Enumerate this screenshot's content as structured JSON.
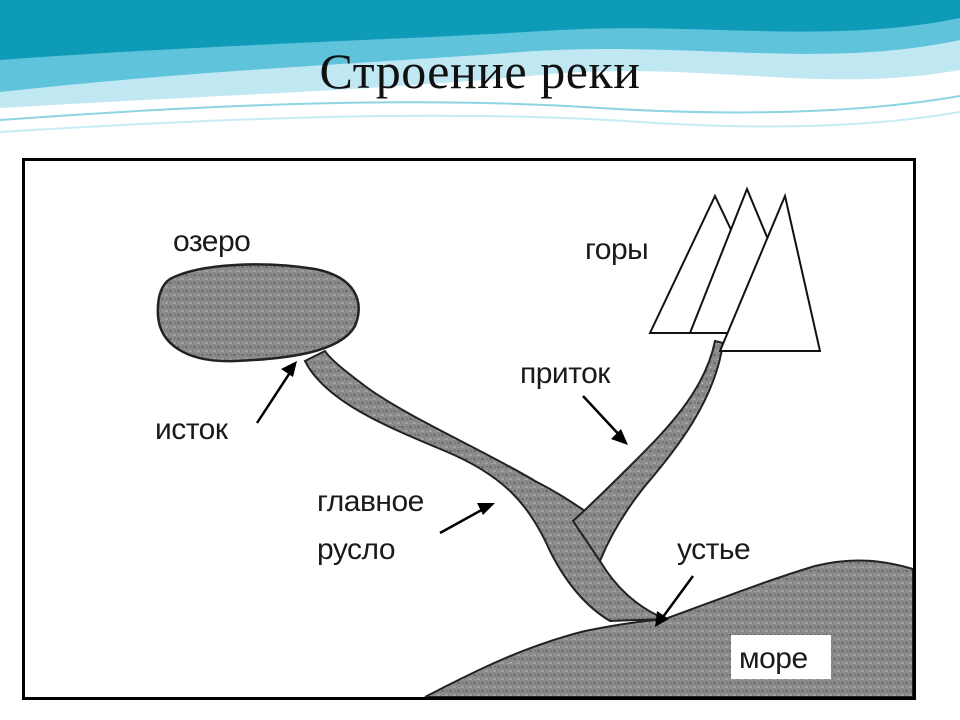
{
  "slide": {
    "title": "Строение реки"
  },
  "diagram": {
    "labels": {
      "lake": "озеро",
      "mountains": "горы",
      "source": "исток",
      "tributary": "приток",
      "main_channel_line1": "главное",
      "main_channel_line2": "русло",
      "mouth": "устье",
      "sea": "море"
    }
  },
  "colors": {
    "header_teal": "#0e9bb8",
    "header_light": "#7fd3e6",
    "water_fill": "#8c8c8c",
    "outline": "#000000"
  }
}
